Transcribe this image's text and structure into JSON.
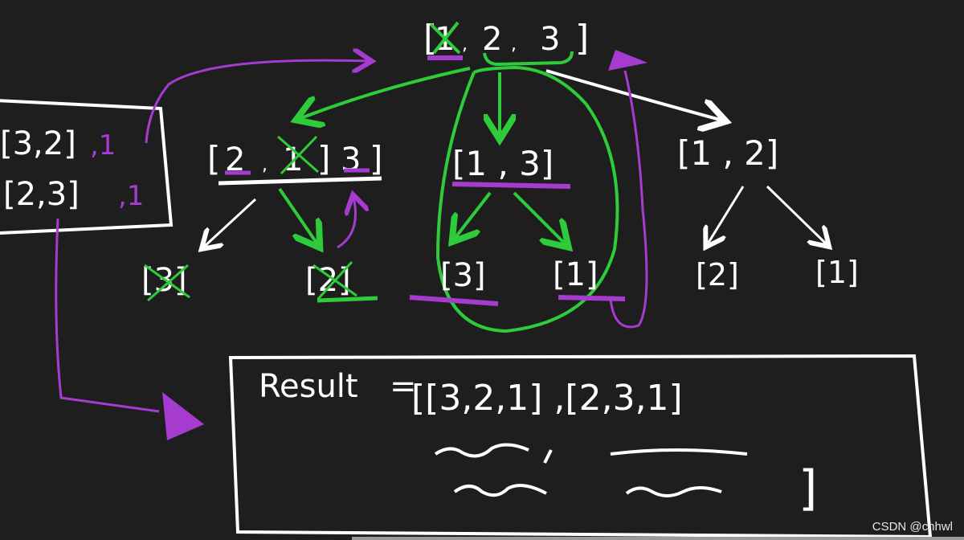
{
  "colors": {
    "background": "#1e1e1e",
    "ink": "#ffffff",
    "green": "#2ecc3a",
    "purple": "#a63ccf"
  },
  "tree": {
    "root": {
      "open": "[",
      "items": [
        "1",
        "2",
        "3"
      ],
      "close": "]",
      "crossed": "1"
    },
    "level1": [
      {
        "id": "n23",
        "open": "[",
        "items": [
          "2",
          "1",
          "3"
        ],
        "close": "]",
        "crossed": "1"
      },
      {
        "id": "n13",
        "text": "[1 , 3]"
      },
      {
        "id": "n12",
        "text": "[1 , 2]"
      }
    ],
    "leaves": [
      {
        "id": "l3a",
        "text": "[3]",
        "crossed": true
      },
      {
        "id": "l2a",
        "text": "[2]",
        "crossed": true
      },
      {
        "id": "l3b",
        "text": "[3]",
        "crossed": false
      },
      {
        "id": "l1a",
        "text": "[1]",
        "crossed": false
      },
      {
        "id": "l2b",
        "text": "[2]",
        "crossed": false
      },
      {
        "id": "l1b",
        "text": "[1]",
        "crossed": false
      }
    ]
  },
  "memo": {
    "rows": [
      {
        "list": "[3,2]",
        "suffix": ",1"
      },
      {
        "list": "[2,3]",
        "suffix": ",1"
      }
    ]
  },
  "result": {
    "label": "Result",
    "eq": "=",
    "value": "[[3,2,1] ,[2,3,1]",
    "close": "]"
  },
  "watermark": "CSDN @cnhwl"
}
